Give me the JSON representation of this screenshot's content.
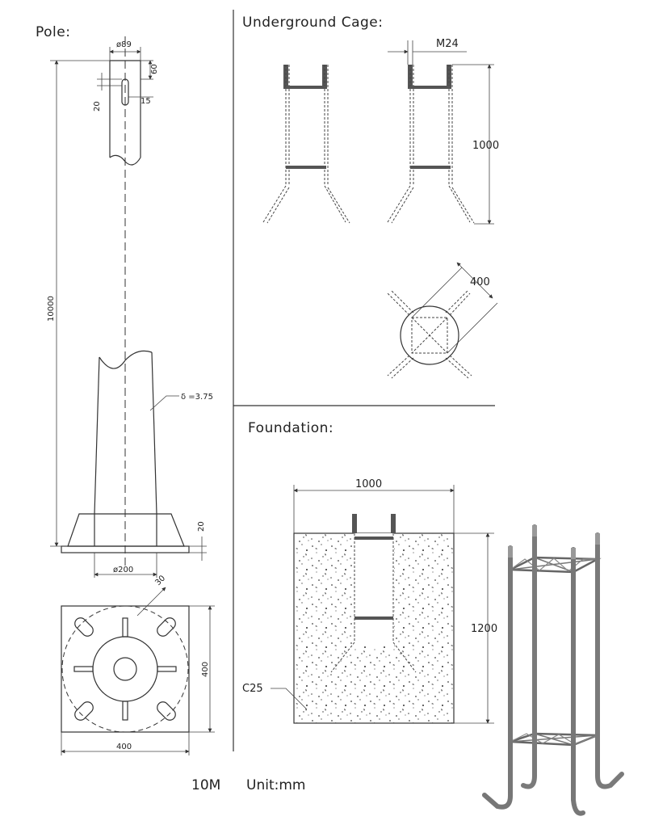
{
  "sections": {
    "pole": "Pole:",
    "cage": "Underground Cage:",
    "foundation": "Foundation:"
  },
  "pole_dims": {
    "top_diameter": "ø89",
    "slot_length": "60",
    "slot_offset": "20",
    "slot_width": "15",
    "height": "10000",
    "thickness": "δ =3.75",
    "base_thickness": "20",
    "base_diameter": "ø200",
    "flange_radius": "30",
    "plate_height": "400",
    "plate_width": "400"
  },
  "cage_dims": {
    "bolt": "M24",
    "height": "1000",
    "spacing": "400"
  },
  "foundation_dims": {
    "width": "1000",
    "depth": "1200",
    "concrete": "C25"
  },
  "footer": {
    "pole_size": "10M",
    "unit": "Unit:mm"
  }
}
